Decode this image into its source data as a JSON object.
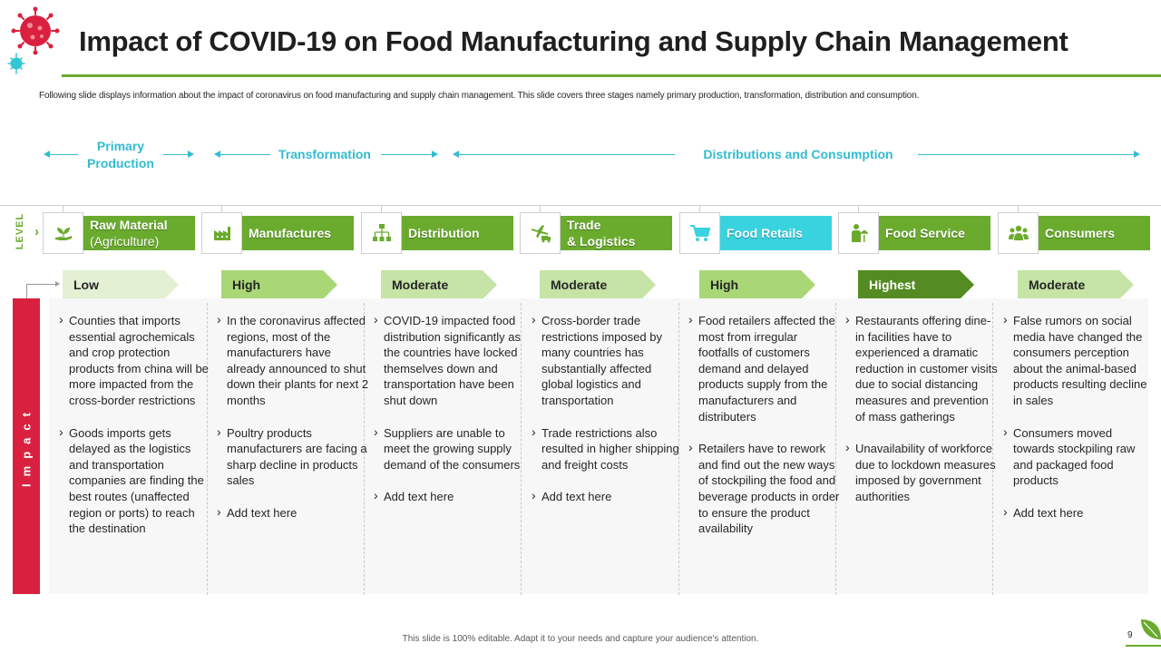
{
  "title": "Impact of COVID-19 on Food Manufacturing and Supply Chain Management",
  "subtitle": "Following slide displays information about the impact of coronavirus on food manufacturing and supply chain management. This slide covers three stages namely primary production, transformation, distribution and consumption.",
  "phases": {
    "primary_line1": "Primary",
    "primary_line2": "Production",
    "transformation": "Transformation",
    "distribution": "Distributions and Consumption"
  },
  "level_label": "LEVEL",
  "impact_label": "Impact",
  "colors": {
    "green": "#6aab2e",
    "dark_green": "#548b22",
    "cyan": "#38d3df",
    "phase_cyan": "#33bccf",
    "impact_red": "#d9213f",
    "tag_light": "#e2f0d3",
    "tag_mid": "#a9d776"
  },
  "stages": [
    {
      "label": "Raw Material",
      "sublabel": "(Agriculture)",
      "icon": "plant-hand-icon",
      "level": "Low",
      "bullets": [
        "Counties that imports essential agrochemicals and crop protection products from china will be more impacted from the cross-border restrictions",
        "Goods imports gets delayed as the logistics and transportation companies are finding the best routes (unaffected region or ports) to reach the destination"
      ]
    },
    {
      "label": "Manufactures",
      "icon": "factory-icon",
      "level": "High",
      "bullets": [
        "In the coronavirus affected regions, most of the manufacturers have already announced to shut down their plants for next 2 months",
        "Poultry products manufacturers are facing a sharp decline in products sales",
        "Add text here"
      ]
    },
    {
      "label": "Distribution",
      "icon": "network-icon",
      "level": "Moderate",
      "bullets": [
        "COVID-19 impacted food distribution significantly as the countries have locked themselves down and transportation have been shut down",
        "Suppliers are unable to meet the growing supply demand of the consumers",
        "Add text here"
      ]
    },
    {
      "label": "Trade",
      "label2": "& Logistics",
      "icon": "plane-truck-icon",
      "level": "Moderate",
      "bullets": [
        "Cross-border trade restrictions imposed by many countries has substantially affected global logistics and transportation",
        "Trade restrictions also resulted in higher shipping and freight costs",
        "Add text here"
      ]
    },
    {
      "label": "Food Retails",
      "icon": "shopping-cart-icon",
      "level": "High",
      "bullets": [
        "Food retailers affected the most from irregular footfalls of customers demand and delayed products supply from the manufacturers and distributers",
        "Retailers have to rework and find out the new ways of stockpiling the food and beverage products in order to ensure the product availability"
      ]
    },
    {
      "label": "Food Service",
      "icon": "waiter-icon",
      "level": "Highest",
      "bullets": [
        "Restaurants offering dine-in facilities have to experienced a dramatic reduction in customer visits due to social distancing measures and prevention of mass gatherings",
        "Unavailability of workforce due to lockdown measures imposed by government authorities"
      ]
    },
    {
      "label": "Consumers",
      "icon": "people-group-icon",
      "level": "Moderate",
      "bullets": [
        "False rumors on social media have changed the consumers perception about the animal-based products resulting decline in sales",
        "Consumers moved towards stockpiling raw and packaged food products",
        "Add text here"
      ]
    }
  ],
  "footer": "This slide is 100% editable. Adapt it to your needs and capture your audience's attention.",
  "page_number": "9"
}
